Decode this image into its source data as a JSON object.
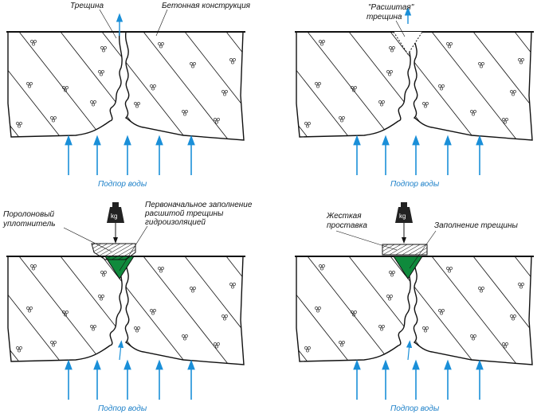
{
  "panels": [
    {
      "id": "crack",
      "labels": {
        "crack": "Трещина",
        "concrete": "Бетонная конструкция"
      },
      "water": "Подпор воды"
    },
    {
      "id": "widened",
      "labels": {
        "widened_line1": "\"Расшитая\"",
        "widened_line2": "трещина"
      },
      "water": "Подпор воды"
    },
    {
      "id": "foam",
      "labels": {
        "foam_line1": "Поролоновый",
        "foam_line2": "уплотнитель",
        "fill_line1": "Первоначальное заполнение",
        "fill_line2": "расшитой трещины",
        "fill_line3": "гидроизоляцией"
      },
      "weight": "kg",
      "water": "Подпор воды"
    },
    {
      "id": "rigid",
      "labels": {
        "rigid_line1": "Жесткая",
        "rigid_line2": "проставка",
        "fill": "Заполнение трещины"
      },
      "weight": "kg",
      "water": "Подпор воды"
    }
  ],
  "colors": {
    "water": "#1a8fd8",
    "fill": "#0f8a3c",
    "outline": "#111111"
  }
}
